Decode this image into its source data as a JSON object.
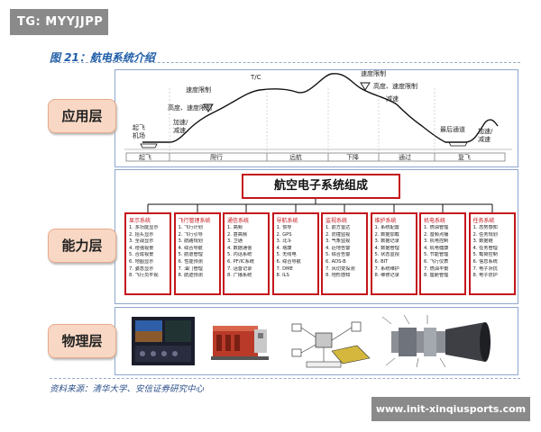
{
  "watermark_top": "TG: MYYJJPP",
  "figure_title": "图 21：航电系统介绍",
  "layers": {
    "application": "应用层",
    "capability": "能力层",
    "physical": "物理层"
  },
  "flight": {
    "phases": [
      "起飞",
      "爬行",
      "远航",
      "下降",
      "通过",
      "复飞"
    ],
    "annotations": {
      "takeoff_field": "起飞\n机场",
      "accel_decel_left": "加速/\n减速",
      "alt_speed_limit": "高度、速度限制",
      "speed_limit_left": "速度限制",
      "tc": "T/C",
      "speed_limit_right": "速度限制",
      "alt_speed_limit_right": "高度、速度限制",
      "decel": "减速",
      "final_approach": "最后通道",
      "accel_decel_right": "加速/\n减速"
    }
  },
  "system_title": "航空电子系统组成",
  "subsystems": [
    {
      "name": "显示系统",
      "items": [
        "1. 多功能显示",
        "2. 抬头显示",
        "3. 全战显示",
        "4. 增强视景",
        "5. 合成视景",
        "6. 地图显示",
        "7. 姿态显示",
        "8. 飞行员平视"
      ]
    },
    {
      "name": "飞行管理系统",
      "items": [
        "1. 飞行计划",
        "2. 飞行引导",
        "3. 航路规划",
        "4. 综合导航",
        "5. 航道管理",
        "6. 性能预测",
        "7. 油门管理",
        "8. 航迹预测"
      ]
    },
    {
      "name": "通信系统",
      "items": [
        "1. 高频",
        "2. 甚高频",
        "3. 卫通",
        "4. 数据通信",
        "5. 内话系统",
        "6. PF/IC系统",
        "7. 话音记录",
        "8. 广播系统"
      ]
    },
    {
      "name": "导航系统",
      "items": [
        "1. 惯导",
        "2. GPS",
        "3. 北斗",
        "4. 塔康",
        "5. 无线电",
        "6. 综合导航",
        "7. DME",
        "8. ILS"
      ]
    },
    {
      "name": "监视系统",
      "items": [
        "1. 前方雷达",
        "2. 防撞监视",
        "3. 气象监视",
        "4. 近地告警",
        "5. 综合告警",
        "6. ADS-B",
        "7. 风切变探测",
        "8. 地形感知"
      ]
    },
    {
      "name": "维护系统",
      "items": [
        "1. 系统配置",
        "2. 数据加载",
        "3. 数据记录",
        "4. 数据管理",
        "5. 状态监视",
        "6. BIT",
        "7. 系统维护",
        "8. 维修记录"
      ]
    },
    {
      "name": "机电系统",
      "items": [
        "1. 燃油管理",
        "2. 音频点播",
        "3. 机电控制",
        "4. 机电健康",
        "5. 节能管理",
        "6. 飞行仪表",
        "7. 燃油平衡",
        "8. 座舱管理"
      ]
    },
    {
      "name": "任务系统",
      "items": [
        "1. 态势感知",
        "2. 任务规划",
        "3. 数据链",
        "4. 任务管理",
        "5. 载荷控制",
        "6. 信息系统",
        "7. 电子对抗",
        "8. 电子防护"
      ]
    }
  ],
  "source": "资料来源：清华大学、安信证券研究中心",
  "watermark_bottom": "www.init-xinqiusports.com",
  "colors": {
    "accent_red": "#c4161c",
    "label_fill": "#f8d8c4",
    "panel_border": "#8fa6cf",
    "title_blue": "#1f5ea8"
  }
}
